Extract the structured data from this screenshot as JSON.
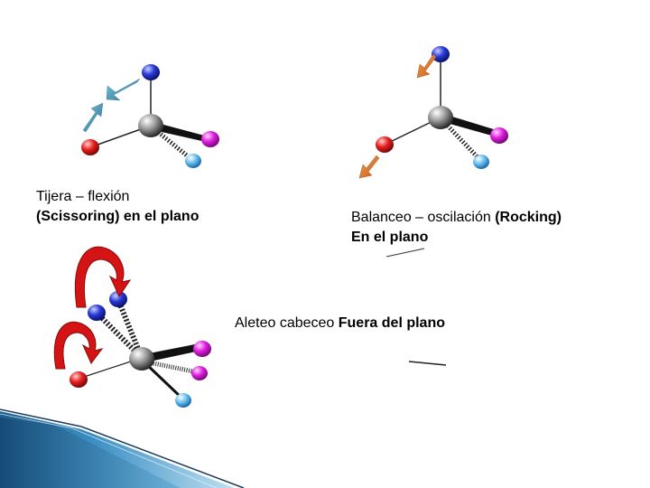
{
  "captions": {
    "scissoring": {
      "line1": "Tijera – flexión",
      "line2": "(Scissoring) en el plano"
    },
    "rocking": {
      "line1_normal": "Balanceo – oscilación ",
      "line1_bold": "(Rocking)",
      "line2": "En el plano"
    },
    "wagging": {
      "normal": "Aleteo cabeceo ",
      "bold": "Fuera del plano"
    }
  },
  "colors": {
    "carbon_atom": "#8a8a8a",
    "atom_blue": "#2233cc",
    "atom_red": "#e02020",
    "atom_magenta": "#e020e0",
    "atom_lightblue": "#4fb0e8",
    "arrow_teal": "#3f8fb0",
    "arrow_orange": "#e07a2a",
    "curved_arrow_red": "#d41414",
    "footer_band": "#2a7fb5"
  },
  "icons": [
    "molecule-scissoring",
    "molecule-rocking",
    "molecule-wagging",
    "straight-arrow",
    "curved-arrow"
  ]
}
